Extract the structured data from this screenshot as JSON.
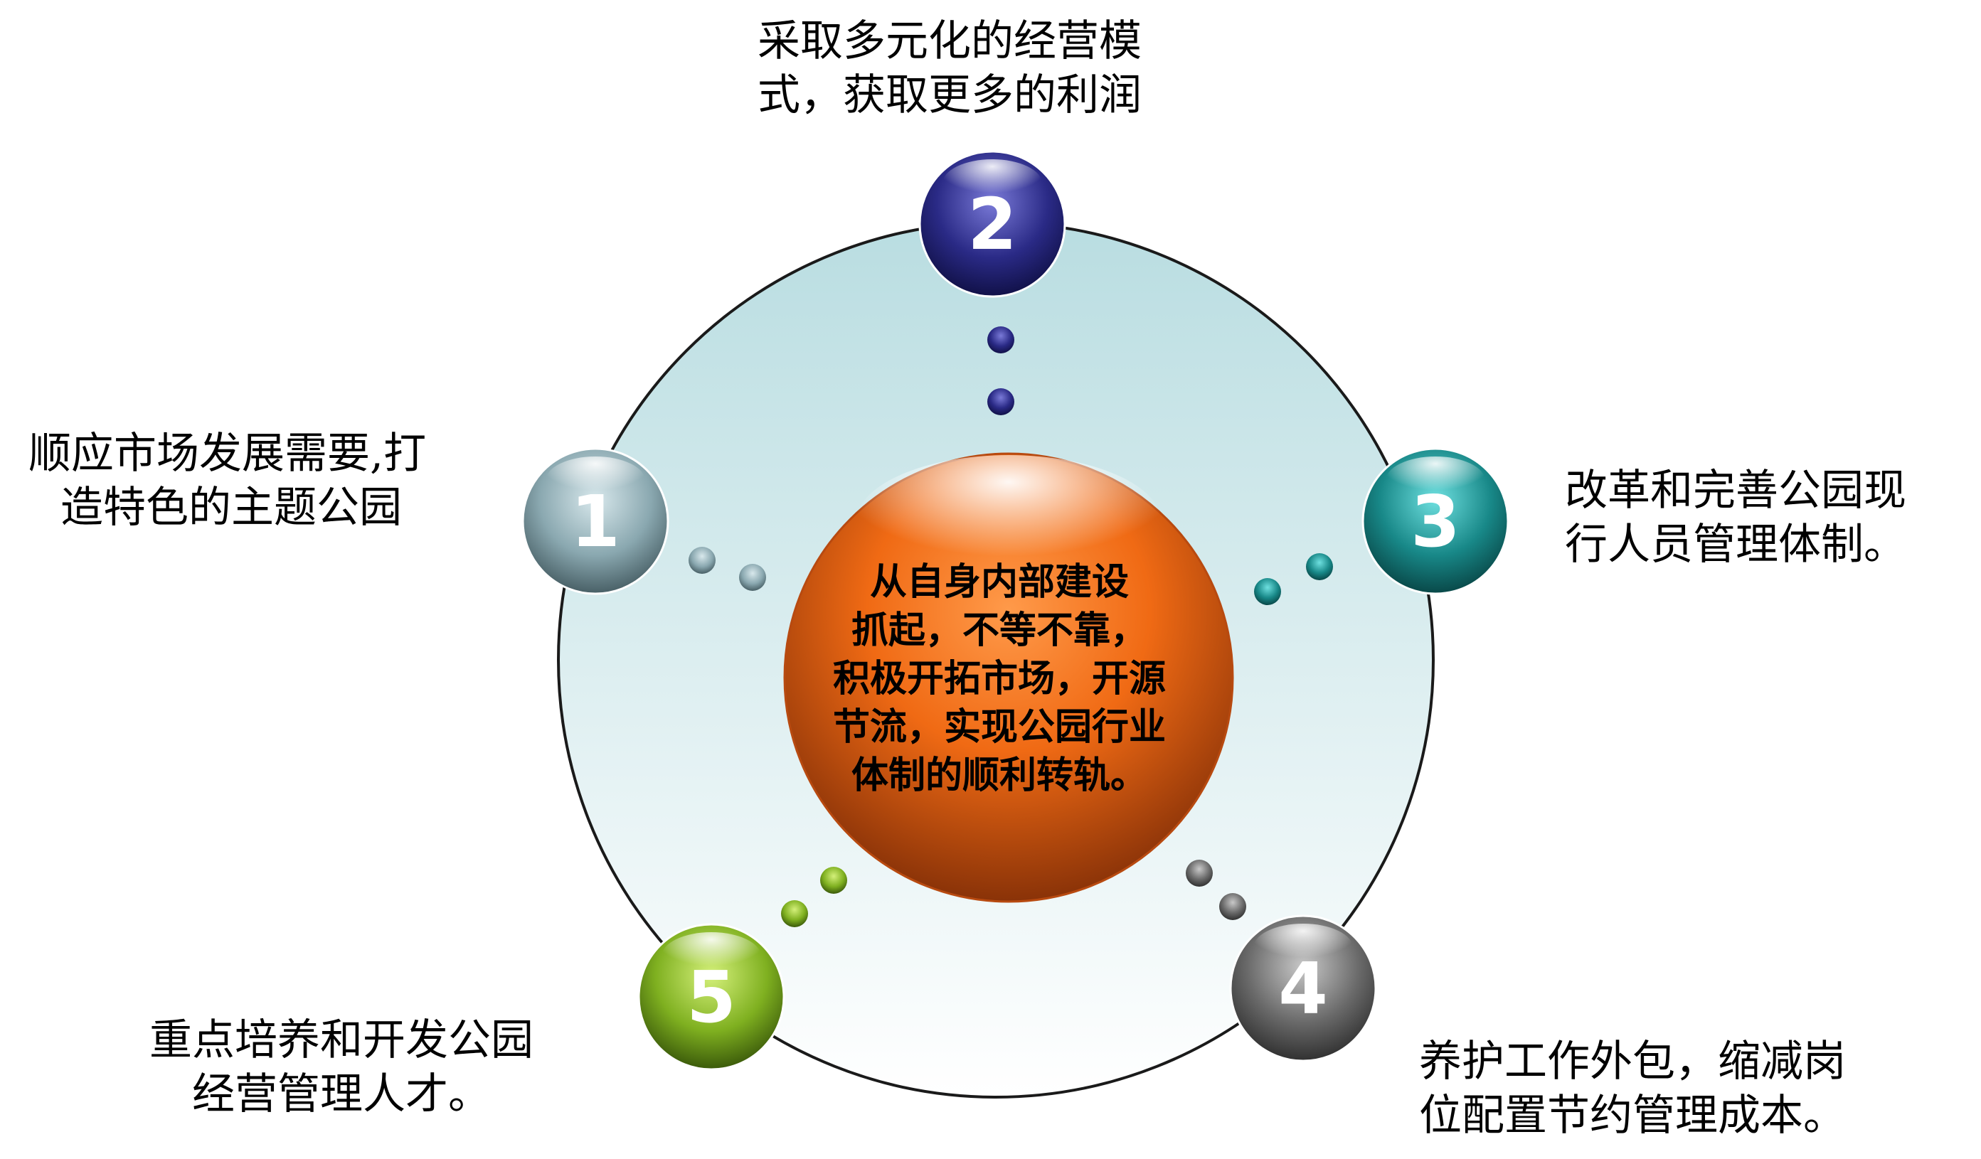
{
  "center": {
    "lines": [
      "从自身内部建设",
      "抓起，不等不靠，",
      "积极开拓市场，开源",
      "节流，实现公园行业",
      "体制的顺利转轨。"
    ]
  },
  "nodes": [
    {
      "number": "1",
      "lines": [
        "顺应市场发展需要,打",
        "造特色的主题公园"
      ],
      "color": "#8fb0b8"
    },
    {
      "number": "2",
      "lines": [
        "采取多元化的经营模",
        "式，获取更多的利润"
      ],
      "color": "#2a2a86"
    },
    {
      "number": "3",
      "lines": [
        "改革和完善公园现",
        "行人员管理体制。"
      ],
      "color": "#1a8c8c"
    },
    {
      "number": "4",
      "lines": [
        "养护工作外包，缩减岗",
        "位配置节约管理成本。"
      ],
      "color": "#6a6a6a"
    },
    {
      "number": "5",
      "lines": [
        "重点培养和开发公园",
        "经营管理人才。"
      ],
      "color": "#7fb020"
    }
  ],
  "colors": {
    "ring_fill": "#cfe6e9",
    "ring_stroke": "#1a1a1a",
    "center_sphere": "#e8641a"
  }
}
